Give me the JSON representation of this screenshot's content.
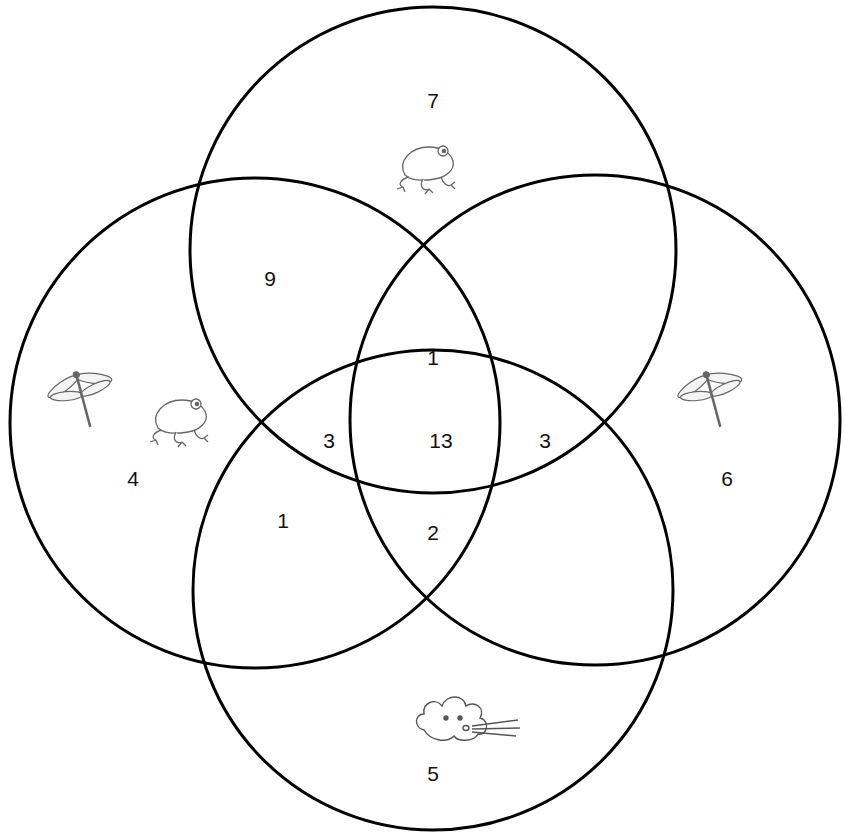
{
  "diagram": {
    "labels": [
      "7",
      "9",
      "1",
      "3",
      "13",
      "3",
      "4",
      "6",
      "1",
      "2",
      "5"
    ]
  }
}
